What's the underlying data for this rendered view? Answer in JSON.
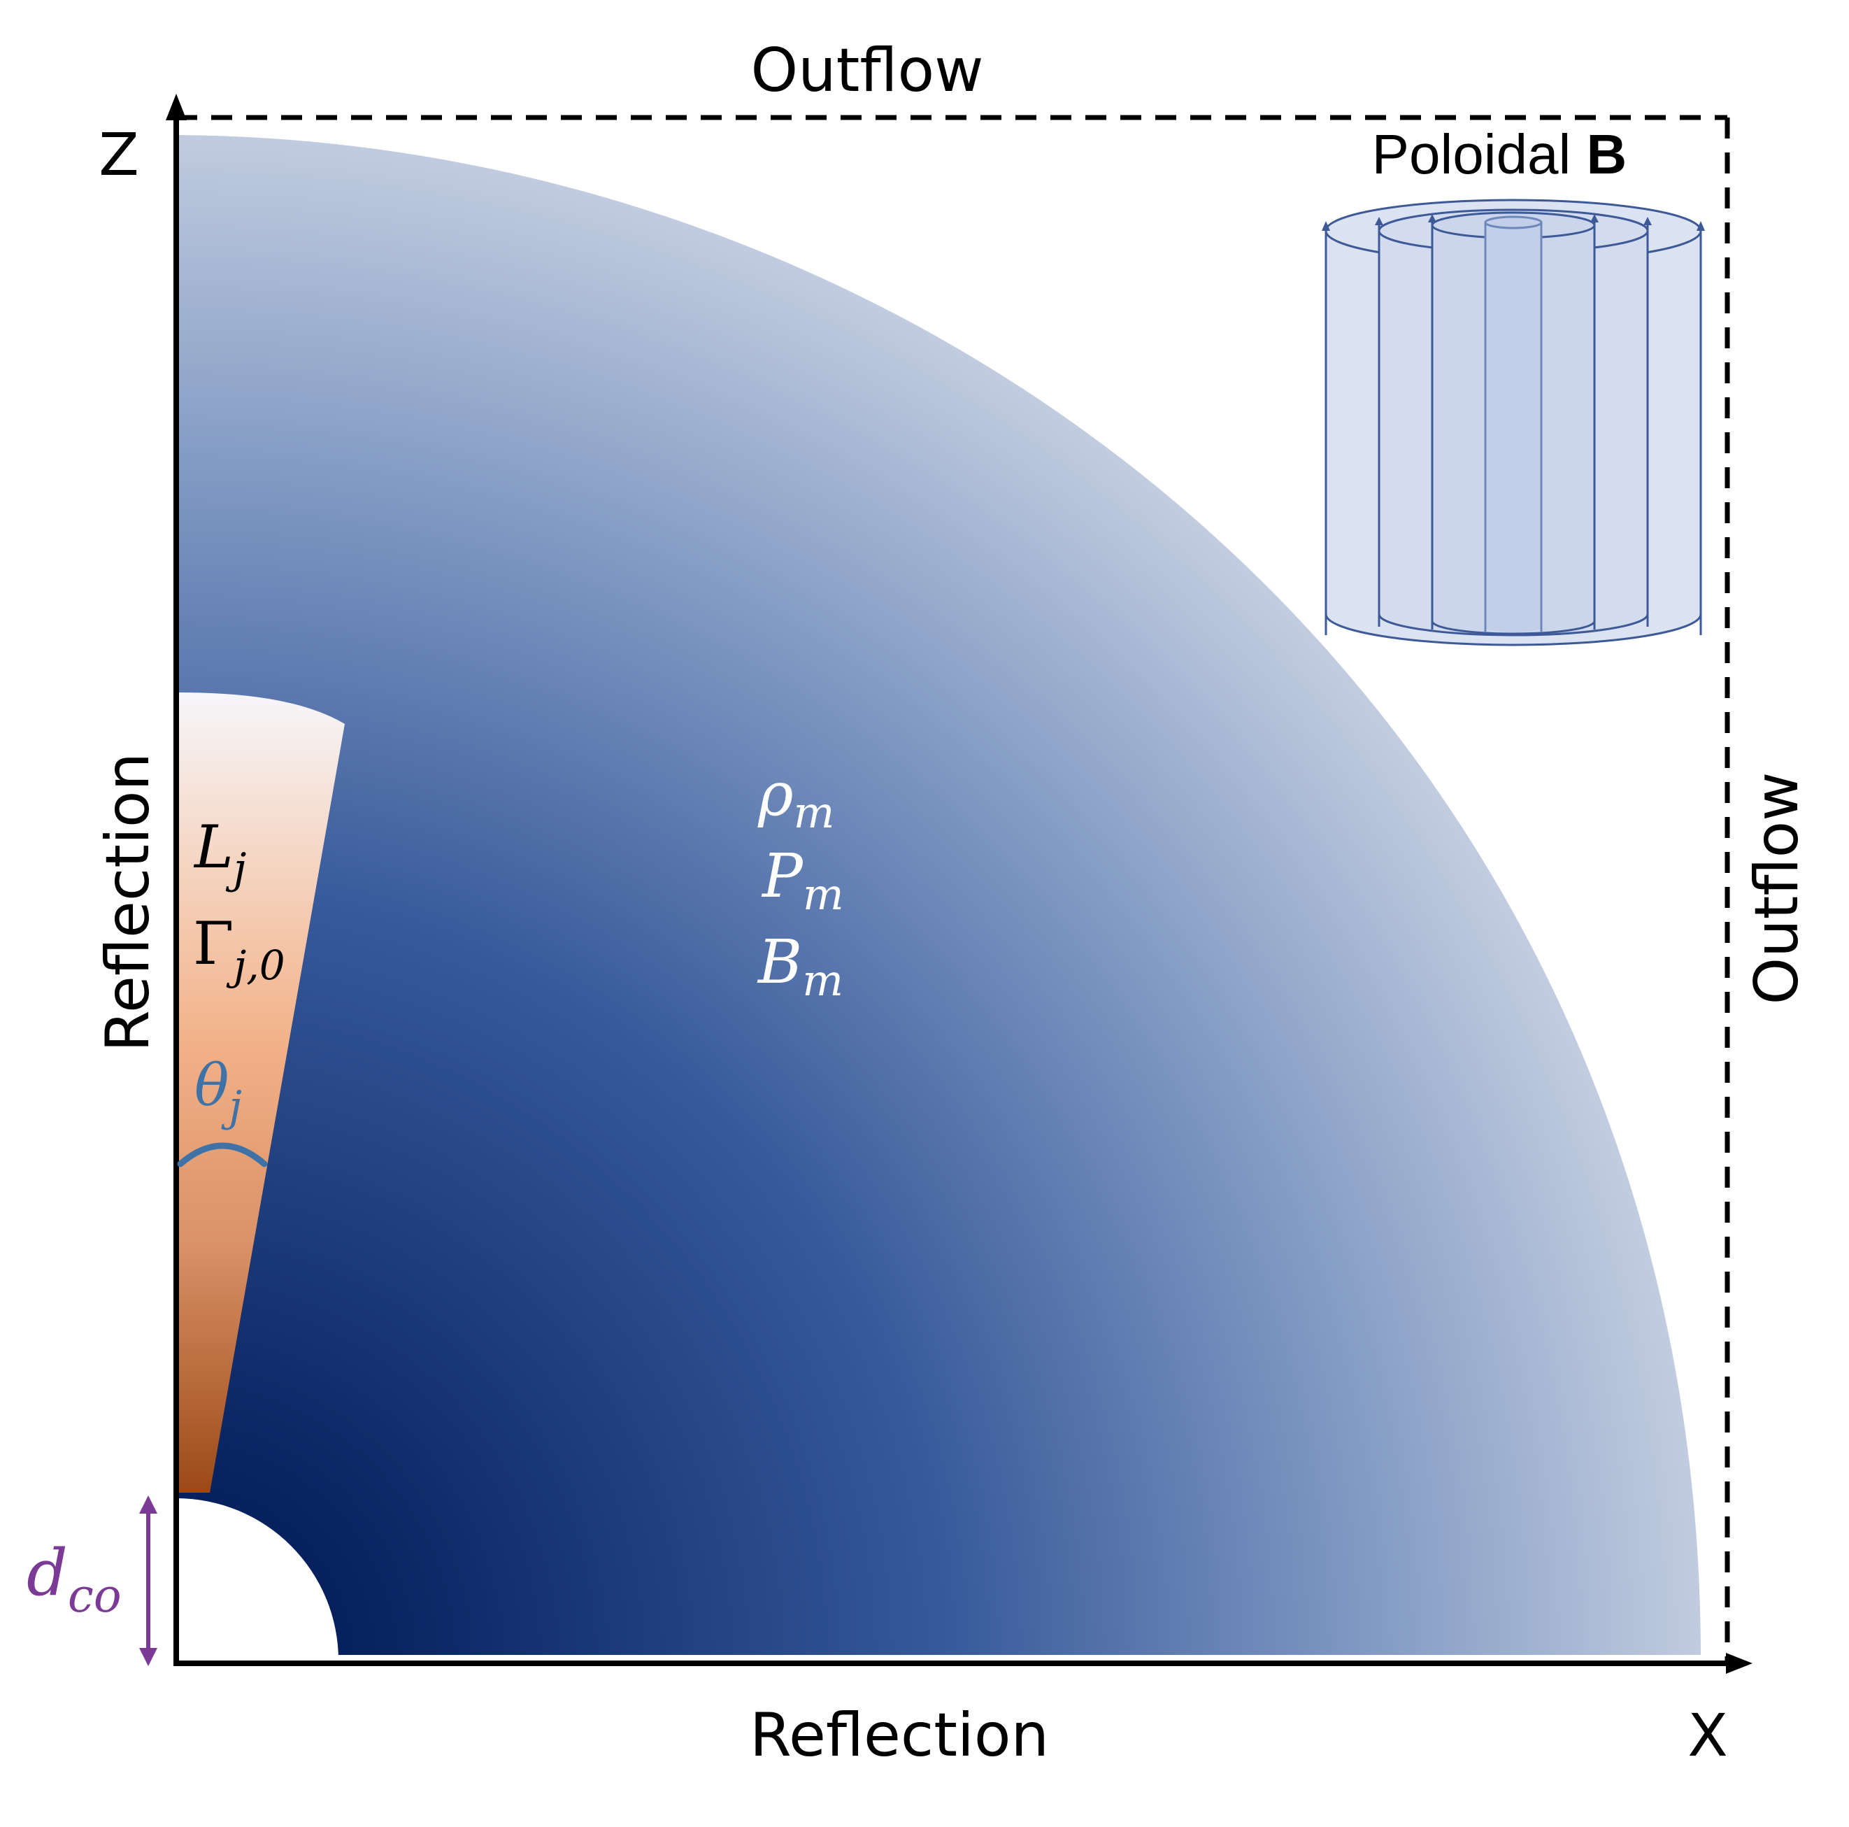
{
  "boundaries": {
    "top": "Outflow",
    "right": "Outflow",
    "bottom": "Reflection",
    "left": "Reflection"
  },
  "axes": {
    "x": "X",
    "z": "Z"
  },
  "medium": {
    "rho": {
      "base": "ρ",
      "sub": "m"
    },
    "pressure": {
      "base": "P",
      "sub": "m"
    },
    "field": {
      "base": "B",
      "sub": "m"
    }
  },
  "jet": {
    "luminosity": {
      "base": "L",
      "sub": "j"
    },
    "lorentz": {
      "base": "Γ",
      "sub": "j,0"
    },
    "angle": {
      "base": "θ",
      "sub": "j"
    }
  },
  "core": {
    "label": {
      "base": "d",
      "sub": "co"
    }
  },
  "inset": {
    "prefix": "Poloidal ",
    "bold": "B"
  },
  "colors": {
    "medium_dark": "#001a57",
    "medium_mid": "#3a5b9b",
    "medium_light": "#c3cde0",
    "jet_dark": "#9b4a17",
    "jet_mid": "#f2b086",
    "jet_light": "#f7f7fb",
    "angle_arc": "#3f73a7",
    "core_marker": "#7b3a96",
    "inset_line": "#3d5a97",
    "inset_fill": "#dbe3f2"
  }
}
